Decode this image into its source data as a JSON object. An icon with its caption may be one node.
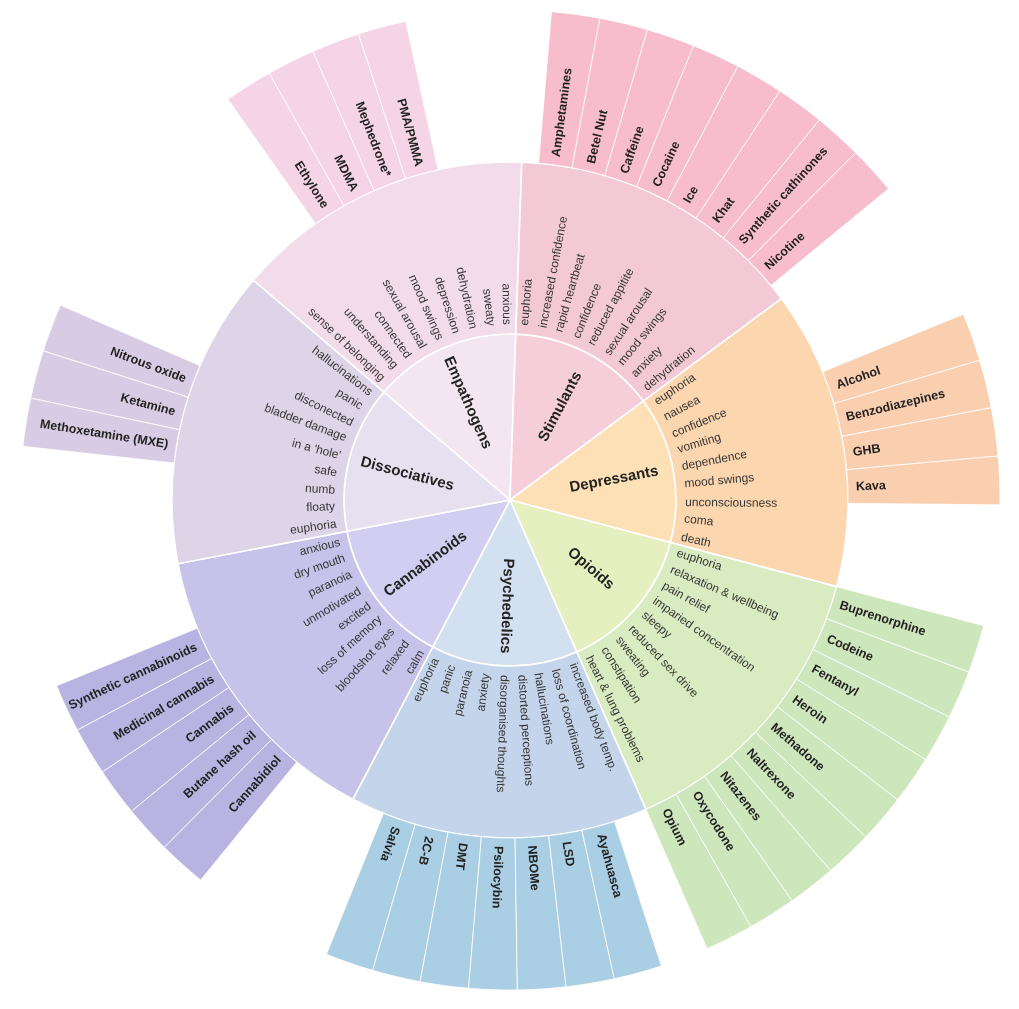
{
  "diagram": {
    "nodes": [
      {
        "text": [
          "Empathogens"
        ]
      },
      {
        "text": [
          "anxious",
          "sweaty",
          "dehydration",
          "depression",
          "mood swings",
          "sexual arousal",
          "connected",
          "understanding",
          "sense of belonging"
        ]
      },
      {
        "text": [
          "Ethylone"
        ]
      },
      {
        "text": [
          "MDMA"
        ]
      },
      {
        "text": [
          "Mephedrone*"
        ]
      },
      {
        "text": [
          "PMA/PMMA"
        ]
      },
      {
        "text": [
          "Stimulants"
        ]
      },
      {
        "text": [
          "euphoria",
          "increased confidence",
          "rapid heartbeat",
          "confidence",
          "reduced appitite",
          "sexual arousal",
          "mood swings",
          "anxiety",
          "dehydration"
        ]
      },
      {
        "text": [
          "Amphetamines"
        ]
      },
      {
        "text": [
          "Betel Nut"
        ]
      },
      {
        "text": [
          "Caffeine"
        ]
      },
      {
        "text": [
          "Cocaine"
        ]
      },
      {
        "text": [
          "Ice"
        ]
      },
      {
        "text": [
          "Khat"
        ]
      },
      {
        "text": [
          "Synthetic cathinones"
        ]
      },
      {
        "text": [
          "Nicotine"
        ]
      },
      {
        "text": [
          "Depressants"
        ]
      },
      {
        "text": [
          "euphoria",
          "nausea",
          "confidence",
          "vomiting",
          "dependence",
          "mood swings",
          "unconsciousness",
          "coma",
          "death"
        ]
      },
      {
        "text": [
          "Alcohol"
        ]
      },
      {
        "text": [
          "Benzodiazepines"
        ]
      },
      {
        "text": [
          "GHB"
        ]
      },
      {
        "text": [
          "Kava"
        ]
      },
      {
        "text": [
          "Opioids"
        ]
      },
      {
        "text": [
          "euphoria",
          "relaxation & wellbeing",
          "pain relief",
          "imparied concentration",
          "sleepy",
          "reduced sex drive",
          "sweating",
          "constipation",
          "heart & lung problems"
        ]
      },
      {
        "text": [
          "Buprenorphine"
        ]
      },
      {
        "text": [
          "Codeine"
        ]
      },
      {
        "text": [
          "Fentanyl"
        ]
      },
      {
        "text": [
          "Heroin"
        ]
      },
      {
        "text": [
          "Methadone"
        ]
      },
      {
        "text": [
          "Naltrexone"
        ]
      },
      {
        "text": [
          "Nitazenes"
        ]
      },
      {
        "text": [
          "Oxycodone"
        ]
      },
      {
        "text": [
          "Opium"
        ]
      },
      {
        "text": [
          "Psychedelics"
        ]
      },
      {
        "text": [
          "euphoria",
          "panic",
          "paranoia",
          "anxiety",
          "disorganised thoughts",
          "distorted perceptions",
          "hallucinations",
          "loss of coordination",
          "increased body temp."
        ]
      },
      {
        "text": [
          "Salvia"
        ]
      },
      {
        "text": [
          "2C-B"
        ]
      },
      {
        "text": [
          "DMT"
        ]
      },
      {
        "text": [
          "Psilocybin"
        ]
      },
      {
        "text": [
          "NBOMe"
        ]
      },
      {
        "text": [
          "LSD"
        ]
      },
      {
        "text": [
          "Ayahuasca"
        ]
      },
      {
        "text": [
          "Cannabinoids"
        ]
      },
      {
        "text": [
          "anxious",
          "dry mouth",
          "paranoia",
          "unmotivated",
          "excited",
          "loss of memory",
          "bloodshot eyes",
          "relaxed",
          "calm"
        ]
      },
      {
        "text": [
          "Synthetic cannabinoids"
        ]
      },
      {
        "text": [
          "Medicinal cannabis"
        ]
      },
      {
        "text": [
          "Cannabis"
        ]
      },
      {
        "text": [
          "Butane hash oil"
        ]
      },
      {
        "text": [
          "Cannabidiol"
        ]
      },
      {
        "text": [
          "Dissociatives"
        ]
      },
      {
        "text": [
          "hallucinations",
          "panic",
          "disconected",
          "bladder damage",
          "in a 'hole'",
          "safe",
          "numb",
          "floaty",
          "euphoria"
        ]
      },
      {
        "text": [
          "Nitrous oxide"
        ]
      },
      {
        "text": [
          "Ketamine"
        ]
      },
      {
        "text": [
          "Methoxetamine (MXE)"
        ]
      }
    ]
  }
}
